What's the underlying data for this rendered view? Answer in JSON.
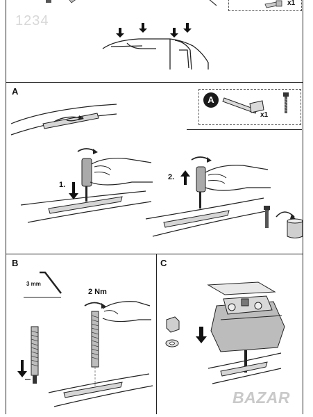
{
  "watermark": "1234",
  "top_box": {
    "qty": "x1"
  },
  "section_a": {
    "label": "A",
    "kit_badge": "A",
    "kit_qty": "x1",
    "step1": "1.",
    "step2": "2."
  },
  "section_b": {
    "label": "B",
    "allen_size": "3 mm",
    "torque": "2 Nm"
  },
  "section_c": {
    "label": "C"
  },
  "logo": "BAZAR"
}
